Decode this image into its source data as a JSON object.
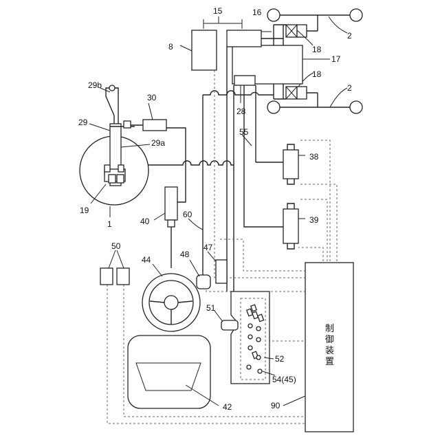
{
  "labels": {
    "l15": "15",
    "l16": "16",
    "l8": "8",
    "l18a": "18",
    "l17": "17",
    "l18b": "18",
    "l2a": "2",
    "l2b": "2",
    "l29b": "29b",
    "l30": "30",
    "l29": "29",
    "l29a": "29a",
    "l28": "28",
    "l55": "55",
    "l38": "38",
    "l19": "19",
    "l1": "1",
    "l40": "40",
    "l60": "60",
    "l39": "39",
    "l50": "50",
    "l47": "47",
    "l44": "44",
    "l48": "48",
    "l51": "51",
    "l52": "52",
    "l5445": "54(45)",
    "l42": "42",
    "l90": "90"
  },
  "controller": {
    "text": [
      "制",
      "御",
      "装",
      "置"
    ]
  }
}
